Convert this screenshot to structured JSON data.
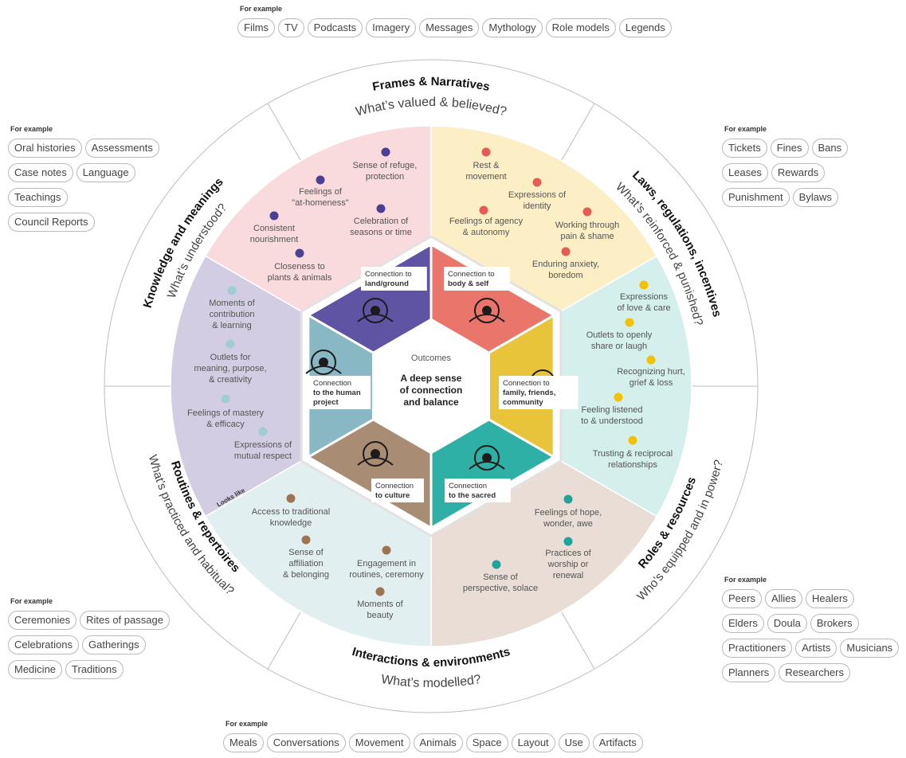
{
  "example_groups": {
    "top": {
      "title": "For example",
      "items": [
        "Films",
        "TV",
        "Podcasts",
        "Imagery",
        "Messages",
        "Mythology",
        "Role models",
        "Legends"
      ]
    },
    "left_top": {
      "title": "For example",
      "rows": [
        [
          "Oral histories",
          "Assessments"
        ],
        [
          "Case notes",
          "Language"
        ],
        [
          "Teachings"
        ],
        [
          "Council Reports"
        ]
      ]
    },
    "right_top": {
      "title": "For example",
      "rows": [
        [
          "Tickets",
          "Fines",
          "Bans"
        ],
        [
          "Leases",
          "Rewards"
        ],
        [
          "Punishment",
          "Bylaws"
        ]
      ]
    },
    "right_bottom": {
      "title": "For example",
      "rows": [
        [
          "Peers",
          "Allies",
          "Healers"
        ],
        [
          "Elders",
          "Doula",
          "Brokers"
        ],
        [
          "Practitioners",
          "Artists",
          "Musicians"
        ],
        [
          "Planners",
          "Researchers"
        ]
      ]
    },
    "left_bottom": {
      "title": "For example",
      "rows": [
        [
          "Ceremonies",
          "Rites of passage"
        ],
        [
          "Celebrations",
          "Gatherings"
        ],
        [
          "Medicine",
          "Traditions"
        ]
      ]
    },
    "bottom": {
      "title": "For example",
      "items": [
        "Meals",
        "Conversations",
        "Movement",
        "Animals",
        "Space",
        "Layout",
        "Use",
        "Artifacts"
      ]
    }
  },
  "outer_ring": {
    "frames": {
      "title": "Frames & Narratives",
      "question": "What’s valued & believed?"
    },
    "laws": {
      "title": "Laws, regulations, incentives",
      "question": "What’s reinforced & punished?"
    },
    "roles": {
      "title": "Roles & resources",
      "question": "Who’s equipped and in power?"
    },
    "interactions": {
      "title": "Interactions & environments",
      "question": "What’s modelled?"
    },
    "routines": {
      "title": "Routines & repertoires",
      "question": "What’s practiced and habitual?"
    },
    "knowledge": {
      "title": "Knowledge and meanings",
      "question": "What’s understood?"
    }
  },
  "looks_like": "Looks like",
  "center": {
    "label": "Outcomes",
    "title_lines": [
      "A deep sense",
      "of connection",
      "and balance"
    ]
  },
  "connections": {
    "land": {
      "line1": "Connection to",
      "line2": "land/ground"
    },
    "body": {
      "line1": "Connection to",
      "line2": "body & self"
    },
    "family": {
      "line1": "Connection to",
      "line2": "family, friends,",
      "line3": "community"
    },
    "sacred": {
      "line1": "Connection",
      "line2": "to the sacred"
    },
    "culture": {
      "line1": "Connection",
      "line2": "to culture"
    },
    "human": {
      "line1": "Connection",
      "line2": "to the human",
      "line3": "project"
    }
  },
  "wedges": {
    "land": {
      "color": "#d3cde3",
      "dot": "#4b3f96",
      "items": [
        [
          "Sense of refuge,",
          "protection"
        ],
        [
          "Feelings of",
          "\"at-homeness\""
        ],
        [
          "Consistent",
          "nourishment"
        ],
        [
          "Celebration of",
          "seasons or time"
        ],
        [
          "Closeness to",
          "plants & animals"
        ]
      ]
    },
    "body": {
      "color": "#f9dadd",
      "dot": "#e55c52",
      "items": [
        [
          "Rest &",
          "movement"
        ],
        [
          "Expressions of",
          "identity"
        ],
        [
          "Feelings of agency",
          "& autonomy"
        ],
        [
          "Working through",
          "pain & shame"
        ],
        [
          "Enduring anxiety,",
          "boredom"
        ]
      ]
    },
    "family": {
      "color": "#fcefc6",
      "dot": "#f2c200",
      "items": [
        [
          "Expressions",
          "of love & care"
        ],
        [
          "Outlets to openly",
          "share or laugh"
        ],
        [
          "Recognizing hurt,",
          "grief & loss"
        ],
        [
          "Feeling listened",
          "to & understood"
        ],
        [
          "Trusting & reciprocal",
          "relationships"
        ]
      ]
    },
    "sacred": {
      "color": "#d4efec",
      "dot": "#1fa39a",
      "items": [
        [
          "Feelings of hope,",
          "wonder, awe"
        ],
        [
          "Practices of",
          "worship or",
          "renewal"
        ],
        [
          "Sense of",
          "perspective, solace"
        ]
      ]
    },
    "culture": {
      "color": "#e9ddd5",
      "dot": "#9e7450",
      "items": [
        [
          "Access to traditional",
          "knowledge"
        ],
        [
          "Sense of",
          "affiliation",
          "& belonging"
        ],
        [
          "Engagement in",
          "routines, ceremony"
        ],
        [
          "Moments of",
          "beauty"
        ]
      ]
    },
    "human": {
      "color": "#e2eff1",
      "dot": "#9ecdd6",
      "items": [
        [
          "Moments of",
          "contribution",
          "& learning"
        ],
        [
          "Outlets for",
          "meaning, purpose,",
          "& creativity"
        ],
        [
          "Feelings of mastery",
          "& efficacy"
        ],
        [
          "Expressions of",
          "mutual respect"
        ]
      ]
    }
  },
  "hex_colors": {
    "land": "#5f53a3",
    "body": "#e9756b",
    "family": "#e8c43a",
    "sacred": "#2fb0a6",
    "culture": "#a88c74",
    "human": "#87b8c4"
  }
}
